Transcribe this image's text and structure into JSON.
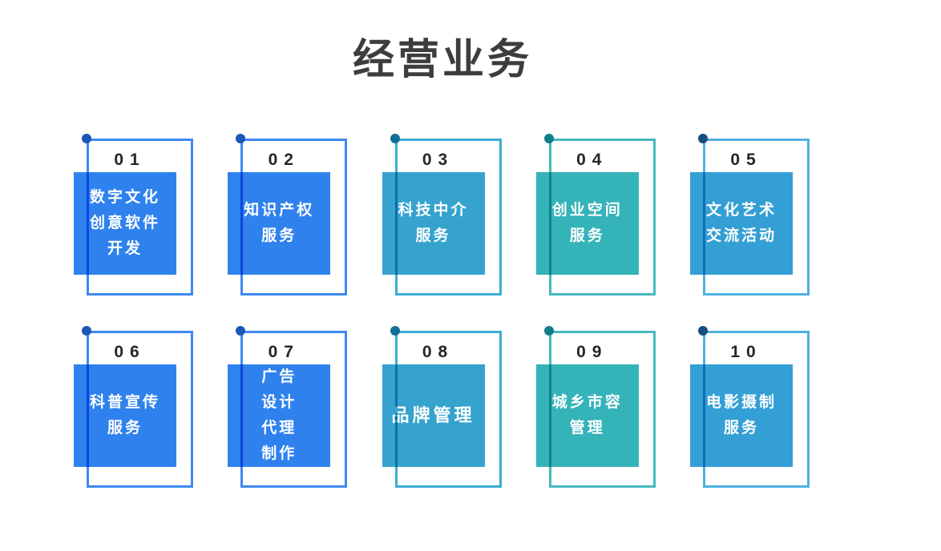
{
  "title": "经营业务",
  "text_colors": {
    "title": "#3d3d3d",
    "number": "#262626",
    "label": "#ffffff"
  },
  "cards": [
    {
      "number": "01",
      "lines": [
        "数字文化",
        "创意软件",
        "开发"
      ],
      "fill": "#2F82ED",
      "border": "#2E7FF0",
      "dot": "#1A57B8"
    },
    {
      "number": "02",
      "lines": [
        "知识产权",
        "服务"
      ],
      "fill": "#2F82ED",
      "border": "#2E7FF0",
      "dot": "#1A57B8"
    },
    {
      "number": "03",
      "lines": [
        "科技中介",
        "服务"
      ],
      "fill": "#35A3CE",
      "border": "#2BA6CF",
      "dot": "#136F94"
    },
    {
      "number": "04",
      "lines": [
        "创业空间",
        "服务"
      ],
      "fill": "#34B3B9",
      "border": "#35B3B9",
      "dot": "#117F8A"
    },
    {
      "number": "05",
      "lines": [
        "文化艺术",
        "交流活动"
      ],
      "fill": "#349FD4",
      "border": "#41A9E2",
      "dot": "#174E7E"
    },
    {
      "number": "06",
      "lines": [
        "科普宣传",
        "服务"
      ],
      "fill": "#2F82ED",
      "border": "#2E7FF0",
      "dot": "#1A57B8"
    },
    {
      "number": "07",
      "lines": [
        "广告",
        "设计",
        "代理",
        "制作"
      ],
      "fill": "#2F82ED",
      "border": "#2E7FF0",
      "dot": "#1A57B8"
    },
    {
      "number": "08",
      "lines": [
        "品牌管理"
      ],
      "fill": "#35A3CE",
      "border": "#2BA6CF",
      "dot": "#136F94"
    },
    {
      "number": "09",
      "lines": [
        "城乡市容",
        "管理"
      ],
      "fill": "#34B3B9",
      "border": "#35B3B9",
      "dot": "#117F8A"
    },
    {
      "number": "10",
      "lines": [
        "电影摄制",
        "服务"
      ],
      "fill": "#349FD4",
      "border": "#3FA9E0",
      "dot": "#174E7E"
    }
  ]
}
